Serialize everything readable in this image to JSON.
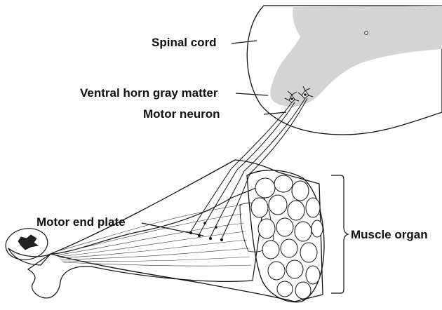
{
  "labels": {
    "spinal_cord": "Spinal cord",
    "ventral_horn": "Ventral horn gray matter",
    "motor_neuron": "Motor neuron",
    "motor_end_plate": "Motor end plate",
    "muscle_organ": "Muscle organ"
  },
  "colors": {
    "ink": "#111111",
    "gray_matter": "#d4d4d4",
    "background": "#ffffff"
  },
  "icons": [
    "neuron-cell-body-icon",
    "central-canal-icon"
  ]
}
